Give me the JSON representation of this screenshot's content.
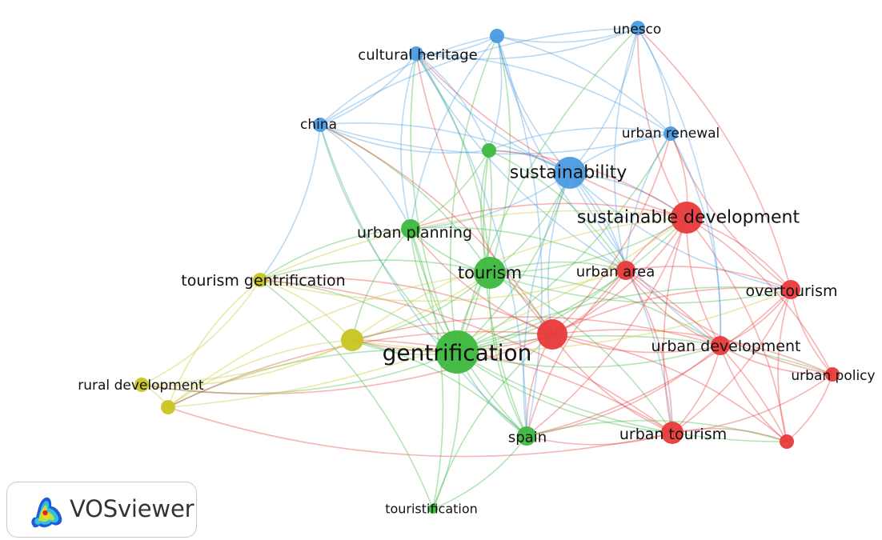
{
  "network": {
    "clusters": {
      "red": "#e8393a",
      "green": "#3db83f",
      "blue": "#4a9be0",
      "yellow": "#c8c523"
    },
    "nodes": [
      {
        "id": "unesco",
        "label": "unesco",
        "cluster": "blue",
        "weight": 2
      },
      {
        "id": "blue_top",
        "label": "",
        "cluster": "blue",
        "weight": 2
      },
      {
        "id": "cultural_heritage",
        "label": "cultural heritage",
        "cluster": "blue",
        "weight": 2
      },
      {
        "id": "china",
        "label": "china",
        "cluster": "blue",
        "weight": 2
      },
      {
        "id": "urban_renewal",
        "label": "urban renewal",
        "cluster": "blue",
        "weight": 2
      },
      {
        "id": "sustainability",
        "label": "sustainability",
        "cluster": "blue",
        "weight": 5
      },
      {
        "id": "green_top",
        "label": "",
        "cluster": "green",
        "weight": 2
      },
      {
        "id": "sustainable_development",
        "label": "sustainable development",
        "cluster": "red",
        "weight": 5
      },
      {
        "id": "urban_planning",
        "label": "urban planning",
        "cluster": "green",
        "weight": 3
      },
      {
        "id": "tourism",
        "label": "tourism",
        "cluster": "green",
        "weight": 5
      },
      {
        "id": "urban_area",
        "label": "urban area",
        "cluster": "red",
        "weight": 3
      },
      {
        "id": "tourism_gentrification",
        "label": "tourism gentrification",
        "cluster": "yellow",
        "weight": 2
      },
      {
        "id": "overtourism",
        "label": "overtourism",
        "cluster": "red",
        "weight": 3
      },
      {
        "id": "yellow_mid",
        "label": "",
        "cluster": "yellow",
        "weight": 4
      },
      {
        "id": "gentrification",
        "label": "gentrification",
        "cluster": "green",
        "weight": 8
      },
      {
        "id": "red_hub",
        "label": "",
        "cluster": "red",
        "weight": 6
      },
      {
        "id": "urban_development",
        "label": "urban development",
        "cluster": "red",
        "weight": 3
      },
      {
        "id": "urban_policy",
        "label": "urban policy",
        "cluster": "red",
        "weight": 2
      },
      {
        "id": "rural_development",
        "label": "rural development",
        "cluster": "yellow",
        "weight": 2
      },
      {
        "id": "yellow_low",
        "label": "",
        "cluster": "yellow",
        "weight": 2
      },
      {
        "id": "spain",
        "label": "spain",
        "cluster": "green",
        "weight": 3
      },
      {
        "id": "urban_tourism",
        "label": "urban tourism",
        "cluster": "red",
        "weight": 4
      },
      {
        "id": "red_low",
        "label": "",
        "cluster": "red",
        "weight": 2
      },
      {
        "id": "touristification",
        "label": "touristification",
        "cluster": "green",
        "weight": 1
      }
    ],
    "links": [
      [
        "gentrification",
        "tourism"
      ],
      [
        "gentrification",
        "sustainability"
      ],
      [
        "gentrification",
        "red_hub"
      ],
      [
        "gentrification",
        "sustainable_development"
      ],
      [
        "gentrification",
        "urban_planning"
      ],
      [
        "gentrification",
        "spain"
      ],
      [
        "gentrification",
        "yellow_mid"
      ],
      [
        "gentrification",
        "tourism_gentrification"
      ],
      [
        "gentrification",
        "touristification"
      ],
      [
        "gentrification",
        "urban_tourism"
      ],
      [
        "gentrification",
        "overtourism"
      ],
      [
        "gentrification",
        "urban_area"
      ],
      [
        "gentrification",
        "cultural_heritage"
      ],
      [
        "gentrification",
        "green_top"
      ],
      [
        "gentrification",
        "china"
      ],
      [
        "gentrification",
        "urban_development"
      ],
      [
        "gentrification",
        "rural_development"
      ],
      [
        "gentrification",
        "yellow_low"
      ],
      [
        "gentrification",
        "blue_top"
      ],
      [
        "gentrification",
        "urban_renewal"
      ],
      [
        "gentrification",
        "unesco"
      ],
      [
        "gentrification",
        "red_low"
      ],
      [
        "gentrification",
        "urban_policy"
      ],
      [
        "tourism",
        "sustainability"
      ],
      [
        "tourism",
        "red_hub"
      ],
      [
        "tourism",
        "sustainable_development"
      ],
      [
        "tourism",
        "urban_planning"
      ],
      [
        "tourism",
        "spain"
      ],
      [
        "tourism",
        "green_top"
      ],
      [
        "tourism",
        "cultural_heritage"
      ],
      [
        "tourism",
        "urban_area"
      ],
      [
        "tourism",
        "overtourism"
      ],
      [
        "tourism",
        "urban_tourism"
      ],
      [
        "tourism",
        "china"
      ],
      [
        "tourism",
        "yellow_mid"
      ],
      [
        "tourism",
        "tourism_gentrification"
      ],
      [
        "tourism",
        "urban_development"
      ],
      [
        "tourism",
        "blue_top"
      ],
      [
        "sustainability",
        "sustainable_development"
      ],
      [
        "sustainability",
        "red_hub"
      ],
      [
        "sustainability",
        "urban_renewal"
      ],
      [
        "sustainability",
        "unesco"
      ],
      [
        "sustainability",
        "cultural_heritage"
      ],
      [
        "sustainability",
        "china"
      ],
      [
        "sustainability",
        "blue_top"
      ],
      [
        "sustainability",
        "green_top"
      ],
      [
        "sustainability",
        "urban_area"
      ],
      [
        "sustainability",
        "overtourism"
      ],
      [
        "sustainability",
        "urban_planning"
      ],
      [
        "sustainability",
        "urban_development"
      ],
      [
        "sustainability",
        "urban_tourism"
      ],
      [
        "sustainability",
        "spain"
      ],
      [
        "sustainable_development",
        "red_hub"
      ],
      [
        "sustainable_development",
        "urban_area"
      ],
      [
        "sustainable_development",
        "overtourism"
      ],
      [
        "sustainable_development",
        "urban_development"
      ],
      [
        "sustainable_development",
        "urban_policy"
      ],
      [
        "sustainable_development",
        "urban_tourism"
      ],
      [
        "sustainable_development",
        "red_low"
      ],
      [
        "sustainable_development",
        "urban_renewal"
      ],
      [
        "sustainable_development",
        "unesco"
      ],
      [
        "sustainable_development",
        "urban_planning"
      ],
      [
        "sustainable_development",
        "spain"
      ],
      [
        "sustainable_development",
        "green_top"
      ],
      [
        "sustainable_development",
        "cultural_heritage"
      ],
      [
        "red_hub",
        "urban_area"
      ],
      [
        "red_hub",
        "overtourism"
      ],
      [
        "red_hub",
        "urban_development"
      ],
      [
        "red_hub",
        "urban_policy"
      ],
      [
        "red_hub",
        "urban_tourism"
      ],
      [
        "red_hub",
        "red_low"
      ],
      [
        "red_hub",
        "spain"
      ],
      [
        "red_hub",
        "yellow_mid"
      ],
      [
        "red_hub",
        "tourism_gentrification"
      ],
      [
        "red_hub",
        "rural_development"
      ],
      [
        "red_hub",
        "yellow_low"
      ],
      [
        "red_hub",
        "urban_planning"
      ],
      [
        "red_hub",
        "china"
      ],
      [
        "red_hub",
        "cultural_heritage"
      ],
      [
        "red_hub",
        "urban_renewal"
      ],
      [
        "urban_area",
        "overtourism"
      ],
      [
        "urban_area",
        "urban_development"
      ],
      [
        "urban_area",
        "urban_tourism"
      ],
      [
        "urban_area",
        "urban_policy"
      ],
      [
        "urban_area",
        "red_low"
      ],
      [
        "urban_area",
        "spain"
      ],
      [
        "overtourism",
        "urban_development"
      ],
      [
        "overtourism",
        "urban_policy"
      ],
      [
        "overtourism",
        "urban_tourism"
      ],
      [
        "overtourism",
        "red_low"
      ],
      [
        "overtourism",
        "spain"
      ],
      [
        "overtourism",
        "unesco"
      ],
      [
        "overtourism",
        "urban_renewal"
      ],
      [
        "urban_development",
        "urban_policy"
      ],
      [
        "urban_development",
        "urban_tourism"
      ],
      [
        "urban_development",
        "red_low"
      ],
      [
        "urban_development",
        "spain"
      ],
      [
        "urban_development",
        "yellow_mid"
      ],
      [
        "urban_tourism",
        "red_low"
      ],
      [
        "urban_tourism",
        "urban_policy"
      ],
      [
        "urban_tourism",
        "spain"
      ],
      [
        "urban_tourism",
        "yellow_mid"
      ],
      [
        "urban_tourism",
        "yellow_low"
      ],
      [
        "urban_tourism",
        "tourism_gentrification"
      ],
      [
        "urban_policy",
        "red_low"
      ],
      [
        "cultural_heritage",
        "blue_top"
      ],
      [
        "cultural_heritage",
        "china"
      ],
      [
        "cultural_heritage",
        "unesco"
      ],
      [
        "cultural_heritage",
        "urban_renewal"
      ],
      [
        "cultural_heritage",
        "urban_planning"
      ],
      [
        "cultural_heritage",
        "green_top"
      ],
      [
        "cultural_heritage",
        "urban_area"
      ],
      [
        "cultural_heritage",
        "spain"
      ],
      [
        "blue_top",
        "unesco"
      ],
      [
        "blue_top",
        "urban_renewal"
      ],
      [
        "blue_top",
        "china"
      ],
      [
        "blue_top",
        "green_top"
      ],
      [
        "blue_top",
        "urban_planning"
      ],
      [
        "blue_top",
        "spain"
      ],
      [
        "blue_top",
        "urban_area"
      ],
      [
        "unesco",
        "urban_renewal"
      ],
      [
        "unesco",
        "china"
      ],
      [
        "unesco",
        "urban_development"
      ],
      [
        "unesco",
        "urban_area"
      ],
      [
        "urban_renewal",
        "china"
      ],
      [
        "urban_renewal",
        "urban_area"
      ],
      [
        "urban_renewal",
        "urban_development"
      ],
      [
        "urban_renewal",
        "green_top"
      ],
      [
        "china",
        "urban_planning"
      ],
      [
        "china",
        "green_top"
      ],
      [
        "china",
        "tourism_gentrification"
      ],
      [
        "china",
        "spain"
      ],
      [
        "green_top",
        "urban_planning"
      ],
      [
        "green_top",
        "spain"
      ],
      [
        "green_top",
        "urban_area"
      ],
      [
        "urban_planning",
        "spain"
      ],
      [
        "urban_planning",
        "touristification"
      ],
      [
        "urban_planning",
        "tourism_gentrification"
      ],
      [
        "urban_planning",
        "urban_area"
      ],
      [
        "urban_planning",
        "yellow_mid"
      ],
      [
        "spain",
        "touristification"
      ],
      [
        "spain",
        "yellow_mid"
      ],
      [
        "spain",
        "red_low"
      ],
      [
        "touristification",
        "tourism_gentrification"
      ],
      [
        "touristification",
        "red_hub"
      ],
      [
        "yellow_mid",
        "tourism_gentrification"
      ],
      [
        "yellow_mid",
        "rural_development"
      ],
      [
        "yellow_mid",
        "yellow_low"
      ],
      [
        "yellow_mid",
        "sustainable_development"
      ],
      [
        "yellow_mid",
        "overtourism"
      ],
      [
        "tourism_gentrification",
        "rural_development"
      ],
      [
        "tourism_gentrification",
        "yellow_low"
      ],
      [
        "tourism_gentrification",
        "sustainable_development"
      ],
      [
        "tourism_gentrification",
        "urban_area"
      ],
      [
        "rural_development",
        "yellow_low"
      ],
      [
        "rural_development",
        "tourism"
      ],
      [
        "yellow_low",
        "tourism"
      ],
      [
        "yellow_low",
        "sustainable_development"
      ]
    ]
  },
  "brand": {
    "name": "VOSviewer"
  }
}
